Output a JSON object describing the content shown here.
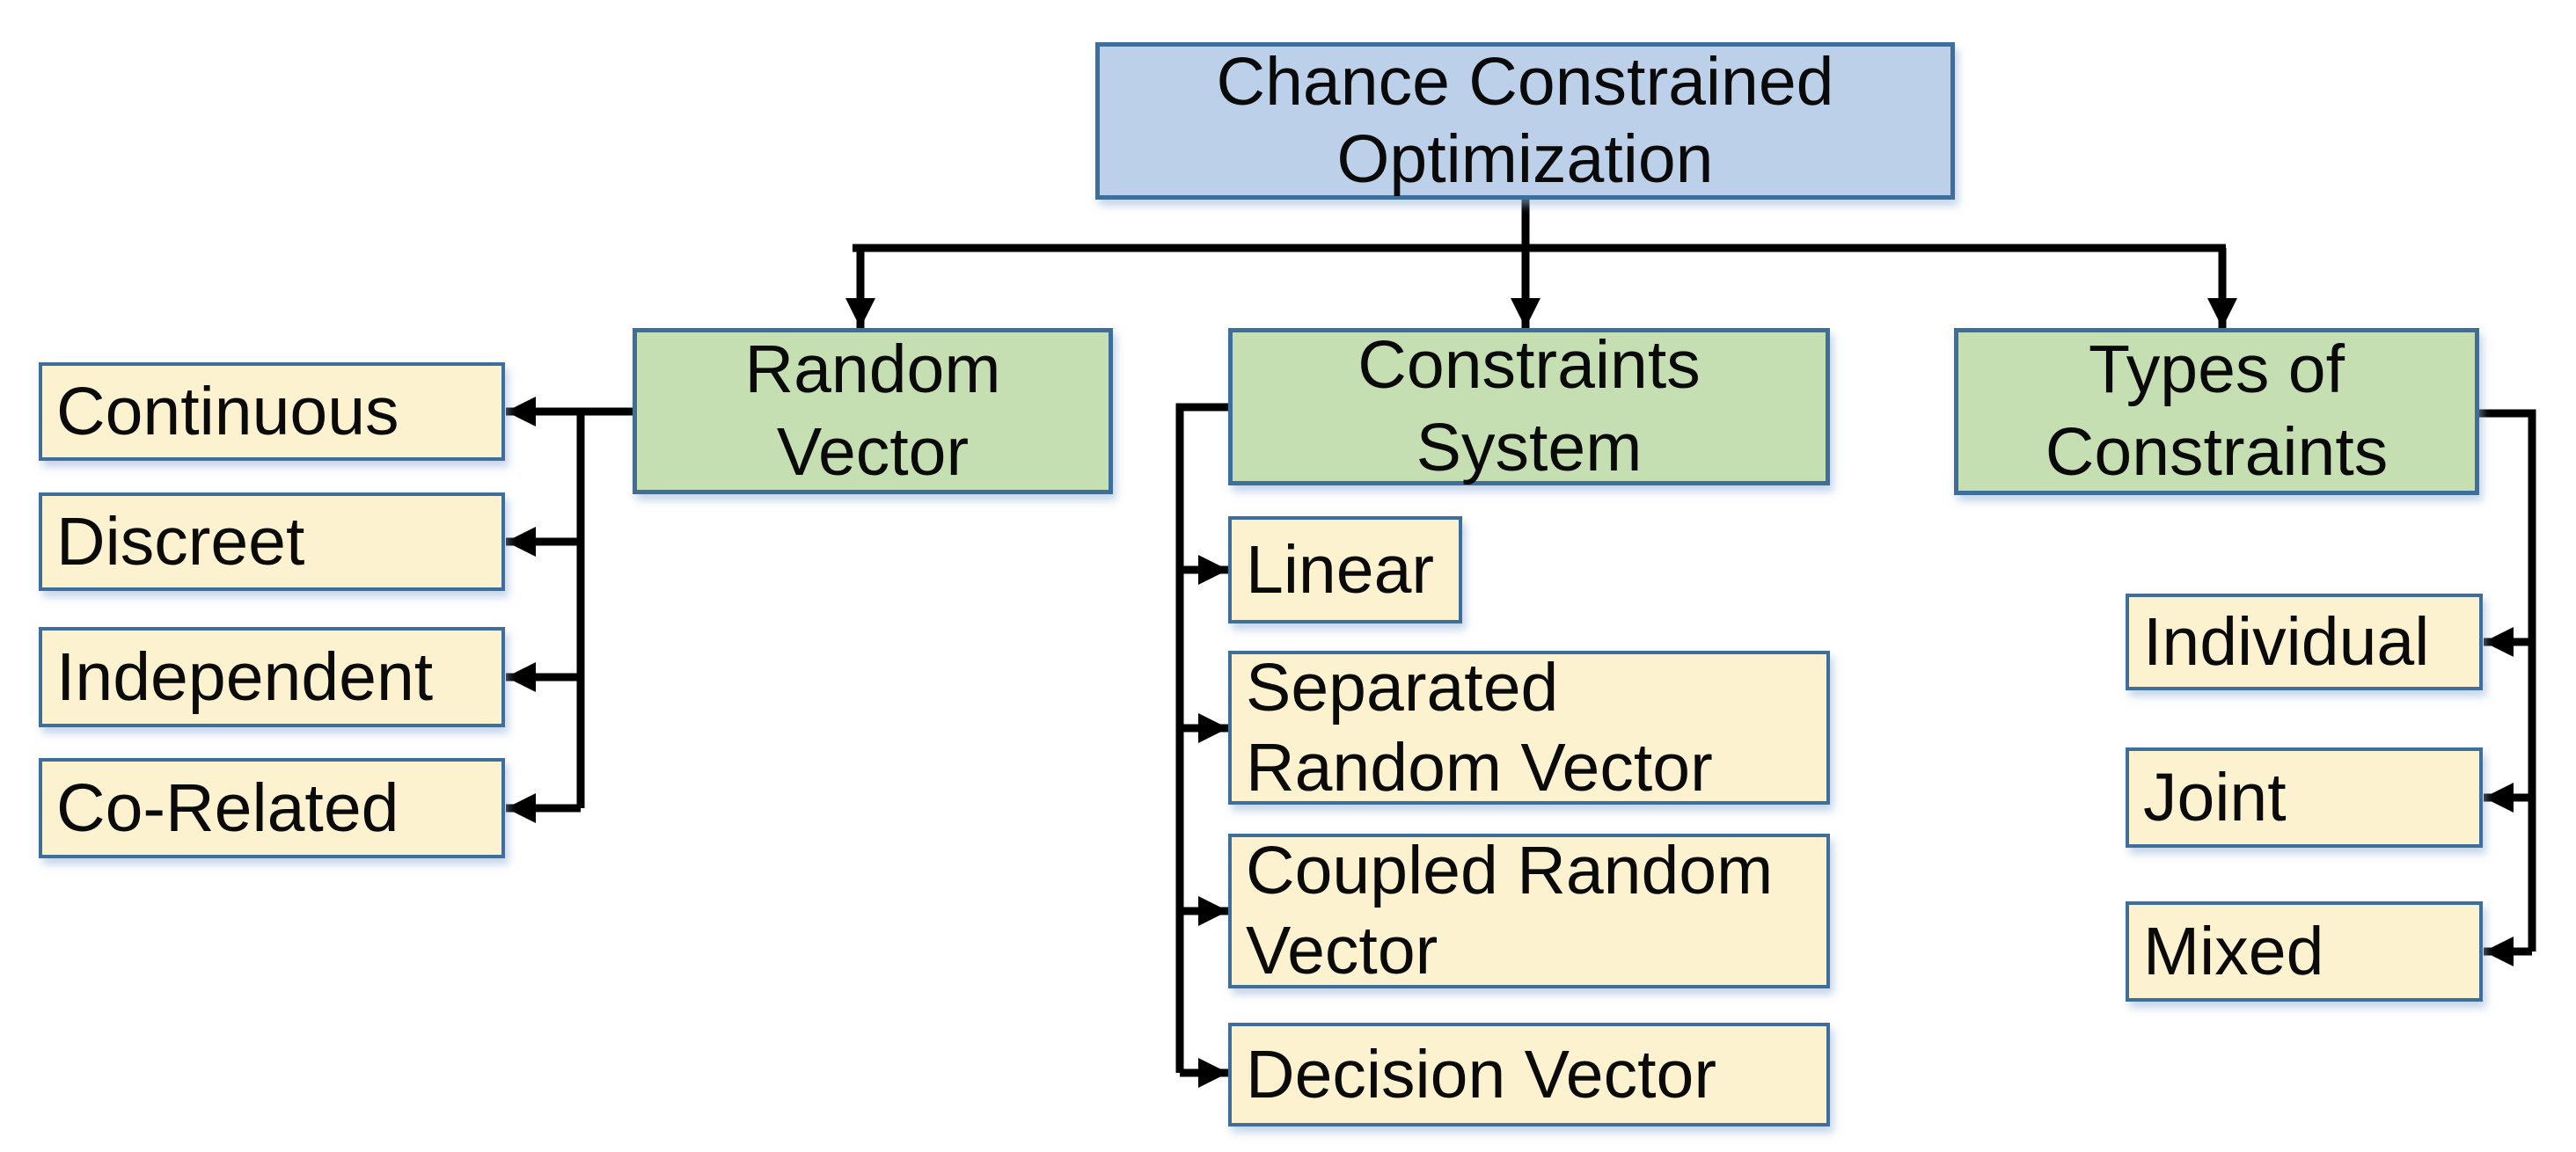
{
  "diagram": {
    "root": {
      "label": "Chance Constrained\nOptimization"
    },
    "branches": [
      {
        "label": "Random\nVector",
        "children": [
          {
            "label": "Continuous"
          },
          {
            "label": "Discreet"
          },
          {
            "label": "Independent"
          },
          {
            "label": "Co-Related"
          }
        ]
      },
      {
        "label": "Constraints\nSystem",
        "children": [
          {
            "label": "Linear"
          },
          {
            "label": "Separated\nRandom Vector"
          },
          {
            "label": "Coupled Random\nVector"
          },
          {
            "label": "Decision Vector"
          }
        ]
      },
      {
        "label": "Types of\nConstraints",
        "children": [
          {
            "label": "Individual"
          },
          {
            "label": "Joint"
          },
          {
            "label": "Mixed"
          }
        ]
      }
    ],
    "colors": {
      "root_fill": "#bcd0ea",
      "branch_fill": "#c5dfb3",
      "leaf_fill": "#fdf2d0",
      "box_border": "#3e6f9c",
      "connector": "#000000",
      "text": "#0a0a0a",
      "background": "#ffffff"
    }
  }
}
